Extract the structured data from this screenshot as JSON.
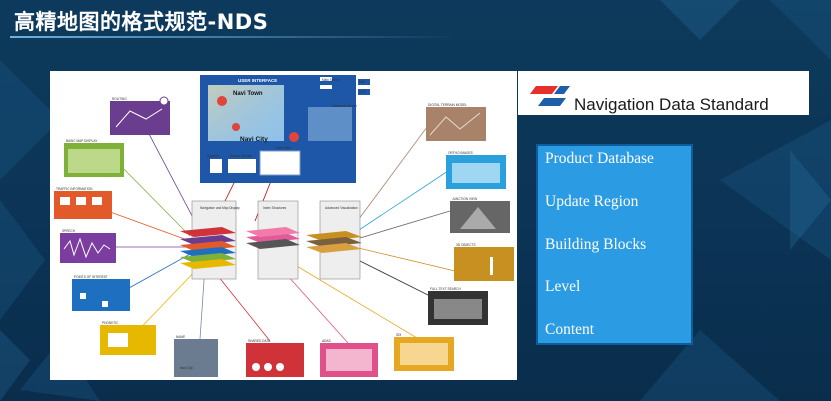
{
  "page": {
    "title": "高精地图的格式规范-NDS"
  },
  "logo": {
    "text": "Navigation Data Standard"
  },
  "menu": {
    "items": [
      {
        "label": "Product Database"
      },
      {
        "label": "Update Region"
      },
      {
        "label": "Building Blocks"
      },
      {
        "label": "Level"
      },
      {
        "label": "Content"
      }
    ]
  },
  "diagram": {
    "ui_title": "USER INTERFACE",
    "map_labels": {
      "navi_town": "Navi Town",
      "navi_city": "Navi City"
    },
    "ui_tags": [
      "Main Screen",
      "Additional Screen",
      "Speaker",
      "Search Results",
      "Input Field",
      "HMI",
      "GPS"
    ],
    "stacks": [
      "Navigation and Map Display",
      "Index Structures",
      "Advanced Visualization"
    ],
    "left_tiles": [
      "ROUTING",
      "BASIC MAP DISPLAY",
      "TRAFFIC INFORMATION",
      "SPEECH",
      "POINTS OF INTEREST",
      "PHONETIC"
    ],
    "right_tiles": [
      "DIGITAL TERRAIN MODEL",
      "ORTHO IMAGES",
      "JUNCTION VIEW",
      "3D OBJECTS",
      "FULL TEXT SEARCH"
    ],
    "bottom_tiles": [
      "NAME",
      "SHARED DATA",
      "ADAS",
      "SDI"
    ],
    "name_tile_city": "Navi City"
  }
}
